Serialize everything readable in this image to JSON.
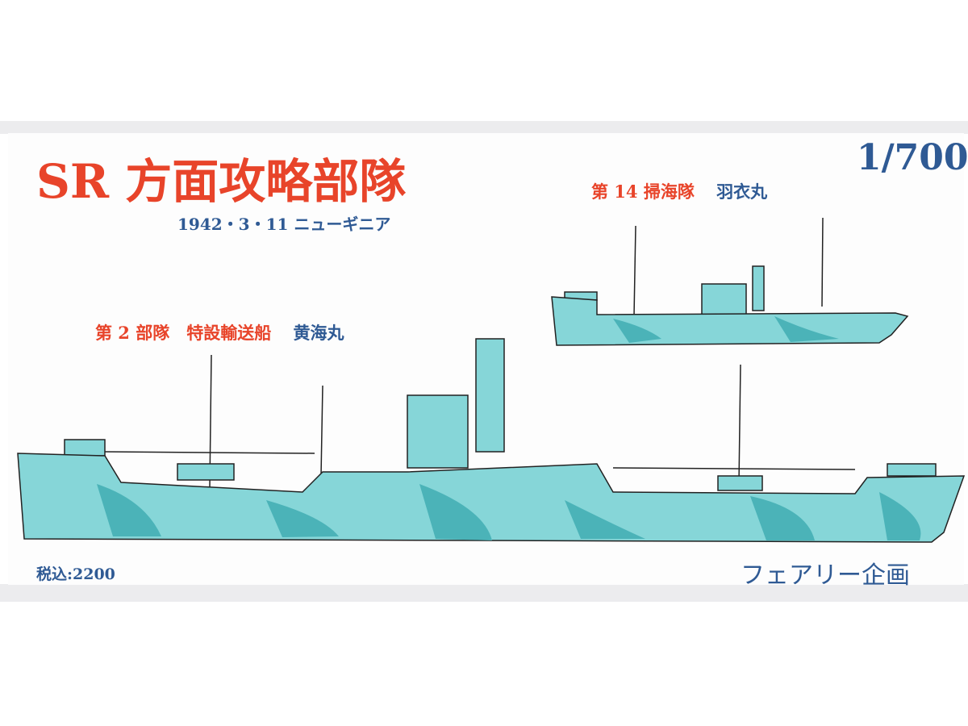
{
  "title": "SR 方面攻略部隊",
  "date_location": "1942・3・11 ニューギニア",
  "scale": "1/700",
  "ship1": {
    "unit": "第 14 掃海隊",
    "name": "羽衣丸"
  },
  "ship2": {
    "unit": "第 2 部隊　特設輸送船",
    "name": "黄海丸"
  },
  "price": "税込:2200",
  "maker": "フェアリー企画",
  "colors": {
    "title": "#e8442a",
    "text": "#2f5a94",
    "hull": "#86d6d8",
    "camo": "#4bb3b8"
  }
}
